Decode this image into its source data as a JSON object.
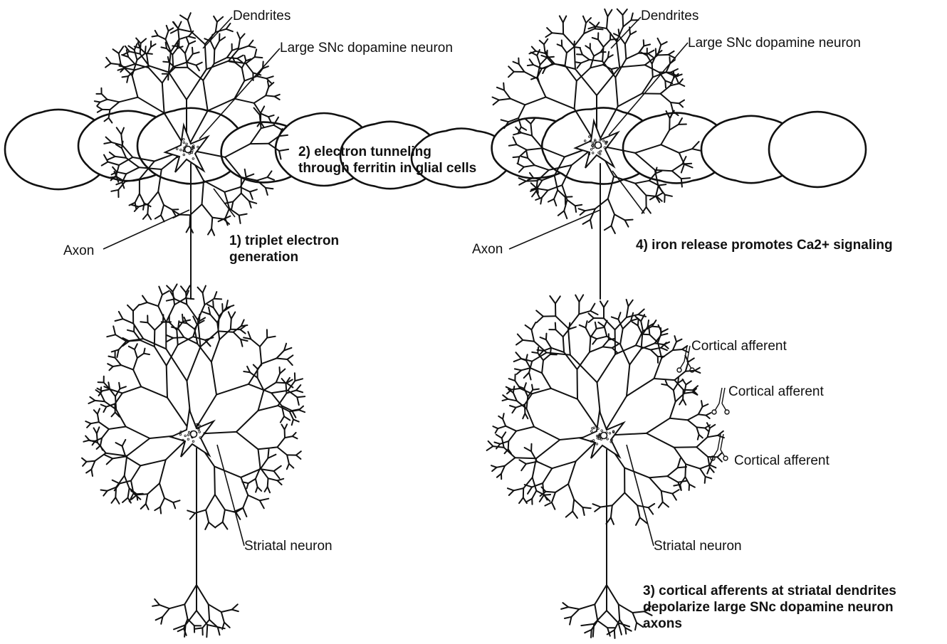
{
  "labels": {
    "dendrites": "Dendrites",
    "snc_neuron": "Large SNc dopamine neuron",
    "axon": "Axon",
    "striatal_neuron": "Striatal neuron",
    "cortical_afferent": "Cortical afferent"
  },
  "steps": {
    "step1": [
      "1) triplet electron",
      "generation"
    ],
    "step2": [
      "2) electron tunneling",
      "through ferritin in glial cells"
    ],
    "step3": [
      "3) cortical afferents at striatal dendrites",
      "depolarize large SNc dopamine neuron",
      "axons"
    ],
    "step4": [
      "4) iron release promotes Ca2+ signaling"
    ]
  },
  "colors": {
    "ink": "#111111",
    "background": "#ffffff"
  }
}
